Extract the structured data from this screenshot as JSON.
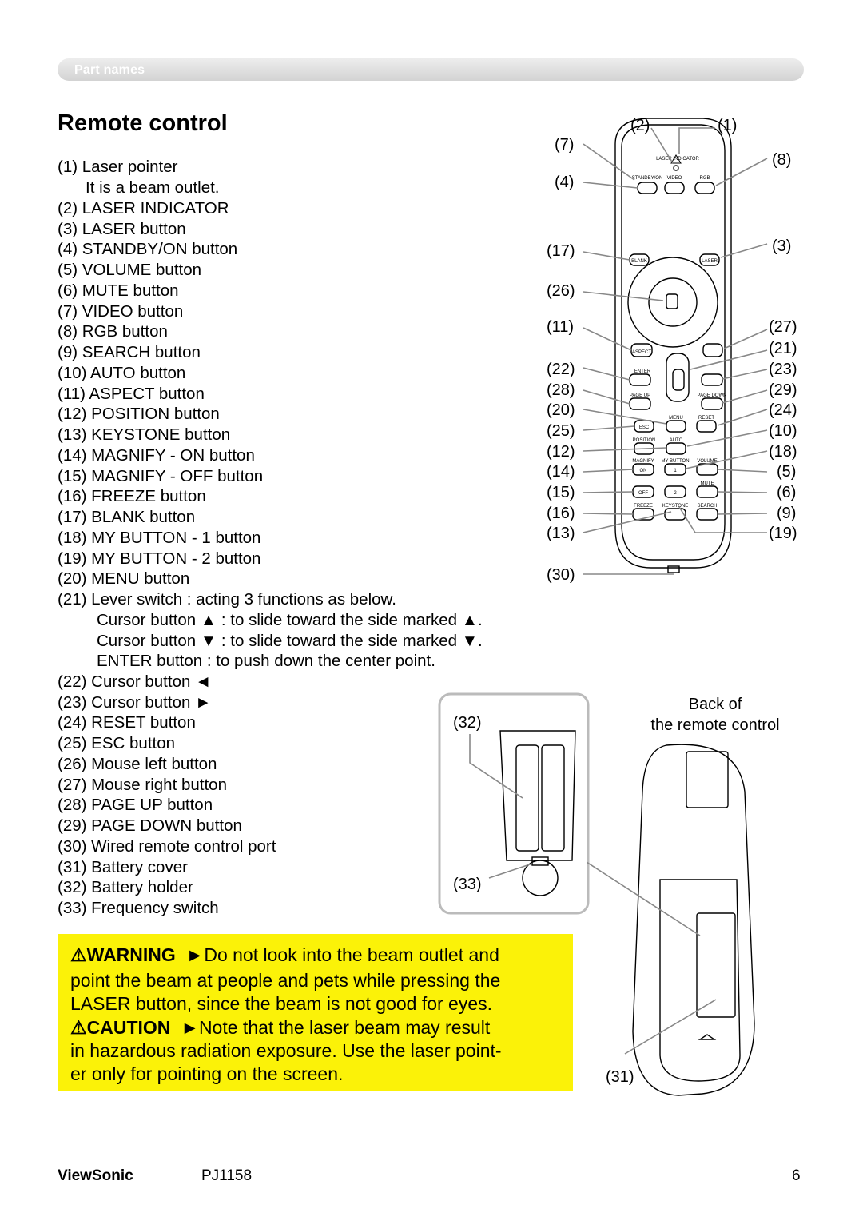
{
  "header": {
    "section": "Part names"
  },
  "title": "Remote control",
  "parts": [
    {
      "num": "(1)",
      "label": "Laser pointer"
    },
    {
      "num": "(2)",
      "label": "LASER INDICATOR"
    },
    {
      "num": "(3)",
      "label": "LASER button"
    },
    {
      "num": "(4)",
      "label": "STANDBY/ON button"
    },
    {
      "num": "(5)",
      "label": "VOLUME button"
    },
    {
      "num": "(6)",
      "label": "MUTE button"
    },
    {
      "num": "(7)",
      "label": "VIDEO button"
    },
    {
      "num": "(8)",
      "label": "RGB button"
    },
    {
      "num": "(9)",
      "label": "SEARCH button"
    },
    {
      "num": "(10)",
      "label": "AUTO button"
    },
    {
      "num": "(11)",
      "label": "ASPECT button"
    },
    {
      "num": "(12)",
      "label": "POSITION button"
    },
    {
      "num": "(13)",
      "label": "KEYSTONE button"
    },
    {
      "num": "(14)",
      "label": "MAGNIFY - ON button"
    },
    {
      "num": "(15)",
      "label": "MAGNIFY - OFF button"
    },
    {
      "num": "(16)",
      "label": "FREEZE button"
    },
    {
      "num": "(17)",
      "label": "BLANK button"
    },
    {
      "num": "(18)",
      "label": "MY BUTTON - 1 button"
    },
    {
      "num": "(19)",
      "label": "MY BUTTON - 2 button"
    },
    {
      "num": "(20)",
      "label": "MENU button"
    },
    {
      "num": "(21)",
      "label": "Lever switch : acting 3 functions as below."
    },
    {
      "num": "(22)",
      "label": "Cursor button ◄"
    },
    {
      "num": "(23)",
      "label": "Cursor button ►"
    },
    {
      "num": "(24)",
      "label": "RESET button"
    },
    {
      "num": "(25)",
      "label": "ESC button"
    },
    {
      "num": "(26)",
      "label": "Mouse left button"
    },
    {
      "num": "(27)",
      "label": "Mouse right button"
    },
    {
      "num": "(28)",
      "label": "PAGE UP button"
    },
    {
      "num": "(29)",
      "label": "PAGE DOWN button"
    },
    {
      "num": "(30)",
      "label": "Wired remote control port"
    },
    {
      "num": "(31)",
      "label": "Battery cover"
    },
    {
      "num": "(32)",
      "label": "Battery holder"
    },
    {
      "num": "(33)",
      "label": "Frequency switch"
    }
  ],
  "sublines": {
    "laser_note": "It is a beam outlet.",
    "lever_up": "Cursor button ▲ : to slide toward the side marked ▲.",
    "lever_down": "Cursor button ▼ : to slide toward the side marked ▼.",
    "lever_enter": "ENTER button : to push down the center point."
  },
  "diagram": {
    "labels_left": [
      "(7)",
      "(4)",
      "(17)",
      "(26)",
      "(11)",
      "(22)",
      "(28)",
      "(20)",
      "(25)",
      "(12)",
      "(14)",
      "(15)",
      "(16)",
      "(13)",
      "(30)"
    ],
    "labels_top": [
      "(2)",
      "(1)"
    ],
    "labels_right": [
      "(8)",
      "(3)",
      "(27)",
      "(21)",
      "(23)",
      "(29)",
      "(24)",
      "(10)",
      "(18)",
      "(5)",
      "(6)",
      "(9)",
      "(19)"
    ],
    "battery_labels": [
      "(32)",
      "(33)"
    ],
    "back_label": "(31)",
    "remote_text": {
      "laser_indicator": "LASER INDICATOR",
      "standby": "STANDBY/ON",
      "video": "VIDEO",
      "rgb": "RGB",
      "blank": "BLANK",
      "laser": "LASER",
      "aspect": "ASPECT",
      "enter": "ENTER",
      "page_up": "PAGE UP",
      "page_down": "PAGE DOWN",
      "esc": "ESC",
      "menu": "MENU",
      "reset": "RESET",
      "position": "POSITION",
      "auto": "AUTO",
      "magnify": "MAGNIFY",
      "my_button": "MY BUTTON",
      "volume": "VOLUME",
      "on": "ON",
      "one": "1",
      "off": "OFF",
      "two": "2",
      "mute": "MUTE",
      "freeze": "FREEZE",
      "keystone": "KEYSTONE",
      "search": "SEARCH"
    }
  },
  "back_caption": {
    "line1": "Back of",
    "line2": "the remote control"
  },
  "callout": {
    "warning_word": "WARNING",
    "warning_line1": "►Do not look into the beam outlet and",
    "warning_line2": "point the beam at people and pets while pressing the",
    "warning_line3": "LASER button, since the beam is not good for eyes.",
    "caution_word": "CAUTION",
    "caution_line1": "►Note that the laser beam may result",
    "caution_line2": "in hazardous radiation exposure. Use the laser point-",
    "caution_line3": "er only for pointing on the screen."
  },
  "footer": {
    "brand": "ViewSonic",
    "model": "PJ1158",
    "page": "6"
  }
}
